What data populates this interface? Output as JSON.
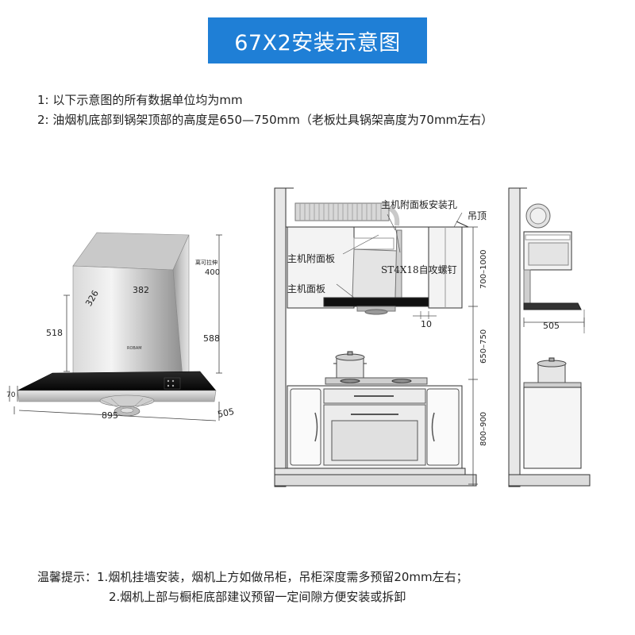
{
  "title": "67X2安装示意图",
  "notes": [
    "1:  以下示意图的所有数据单位均为mm",
    "2:  油烟机底部到锅架顶部的高度是650—750mm（老板灶具锅架高度为70mm左右）"
  ],
  "hood": {
    "labels": {
      "stretch": "离可拉伸",
      "d400": "400",
      "d326": "326",
      "d382": "382",
      "d518": "518",
      "d588": "588",
      "d70": "70",
      "d895": "895",
      "d505": "505",
      "brand": "ROBAM"
    }
  },
  "front": {
    "labels": {
      "panel_hole": "主机附面板安装孔",
      "ceiling": "吊顶",
      "sub_panel": "主机附面板",
      "screw": "ST4X18自攻螺钉",
      "main_panel": "主机面板",
      "d10": "10",
      "d700_1000": "700–1000",
      "d650_750": "650–750",
      "d800_900": "800–900"
    }
  },
  "side": {
    "labels": {
      "d505": "505"
    }
  },
  "tips": {
    "prefix": "温馨提示：",
    "line1": "1.烟机挂墙安装，烟机上方如做吊柜，吊柜深度需多预留20mm左右；",
    "line2": "2.烟机上部与橱柜底部建议预留一定间隙方便安装或拆卸"
  }
}
